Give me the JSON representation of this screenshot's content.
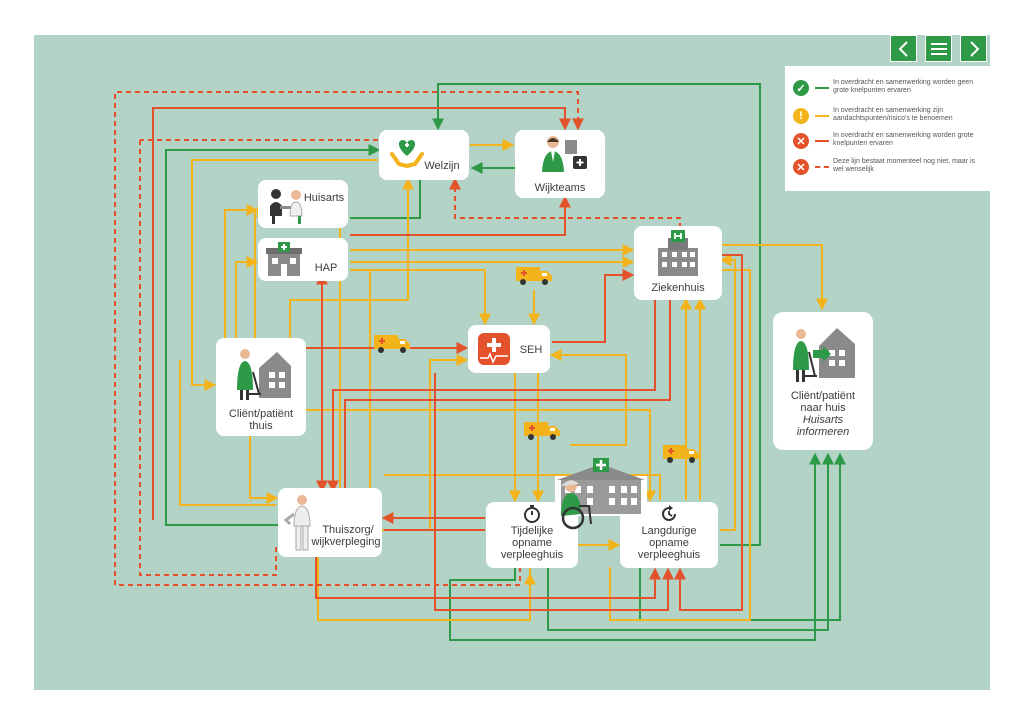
{
  "nav": {
    "prev_icon": "chevron-left-icon",
    "menu_icon": "menu-icon",
    "next_icon": "chevron-right-icon"
  },
  "colors": {
    "background": "#b2d3c6",
    "green": "#2e9a48",
    "yellow": "#f3b31b",
    "red": "#e3522a",
    "nav": "#2e9a48"
  },
  "legend": {
    "items": [
      {
        "icon": "check-circle-icon",
        "text": "In overdracht en samenwerking worden geen grote knelpunten ervaren"
      },
      {
        "icon": "exclamation-circle-icon",
        "text": "In overdracht en samenwerking zijn aandachtspunten/risico's te benoemen"
      },
      {
        "icon": "cross-circle-icon",
        "text": "In overdracht en samenwerking worden grote knelpunten ervaren"
      },
      {
        "icon": "cross-circle-icon",
        "text": "Deze lijn bestaat momenteel nog niet, maar is wel wenselijk"
      }
    ]
  },
  "nodes": {
    "welzijn": {
      "label": "Welzijn",
      "icon": "heart-hands-icon"
    },
    "wijkteams": {
      "label": "Wijkteams",
      "icon": "care-worker-icon"
    },
    "huisarts": {
      "label": "Huisarts",
      "icon": "doctor-consult-icon"
    },
    "hap": {
      "label": "HAP",
      "icon": "clinic-building-icon"
    },
    "ziekenhuis": {
      "label": "Ziekenhuis",
      "icon": "hospital-icon"
    },
    "seh": {
      "label": "SEH",
      "icon": "emergency-cross-icon"
    },
    "client_thuis": {
      "line1": "Cliënt/patiënt",
      "line2": "thuis",
      "icon": "elderly-home-icon"
    },
    "thuiszorg": {
      "line1": "Thuiszorg/",
      "line2": "wijkverpleging",
      "icon": "home-nurse-icon"
    },
    "tijdelijke": {
      "line1": "Tijdelijke",
      "line2": "opname",
      "line3": "verpleeghuis",
      "icon": "stopwatch-icon"
    },
    "langdurige": {
      "line1": "Langdurige",
      "line2": "opname",
      "line3": "verpleeghuis",
      "icon": "clock-refresh-icon"
    },
    "naar_huis": {
      "line1": "Cliënt/patiënt",
      "line2": "naar huis",
      "line3": "Huisarts",
      "line4": "informeren",
      "icon": "elderly-going-home-icon"
    }
  },
  "illustrations": {
    "nursing_home": "nursing-home-wheelchair-icon",
    "ambulance": "ambulance-icon"
  }
}
